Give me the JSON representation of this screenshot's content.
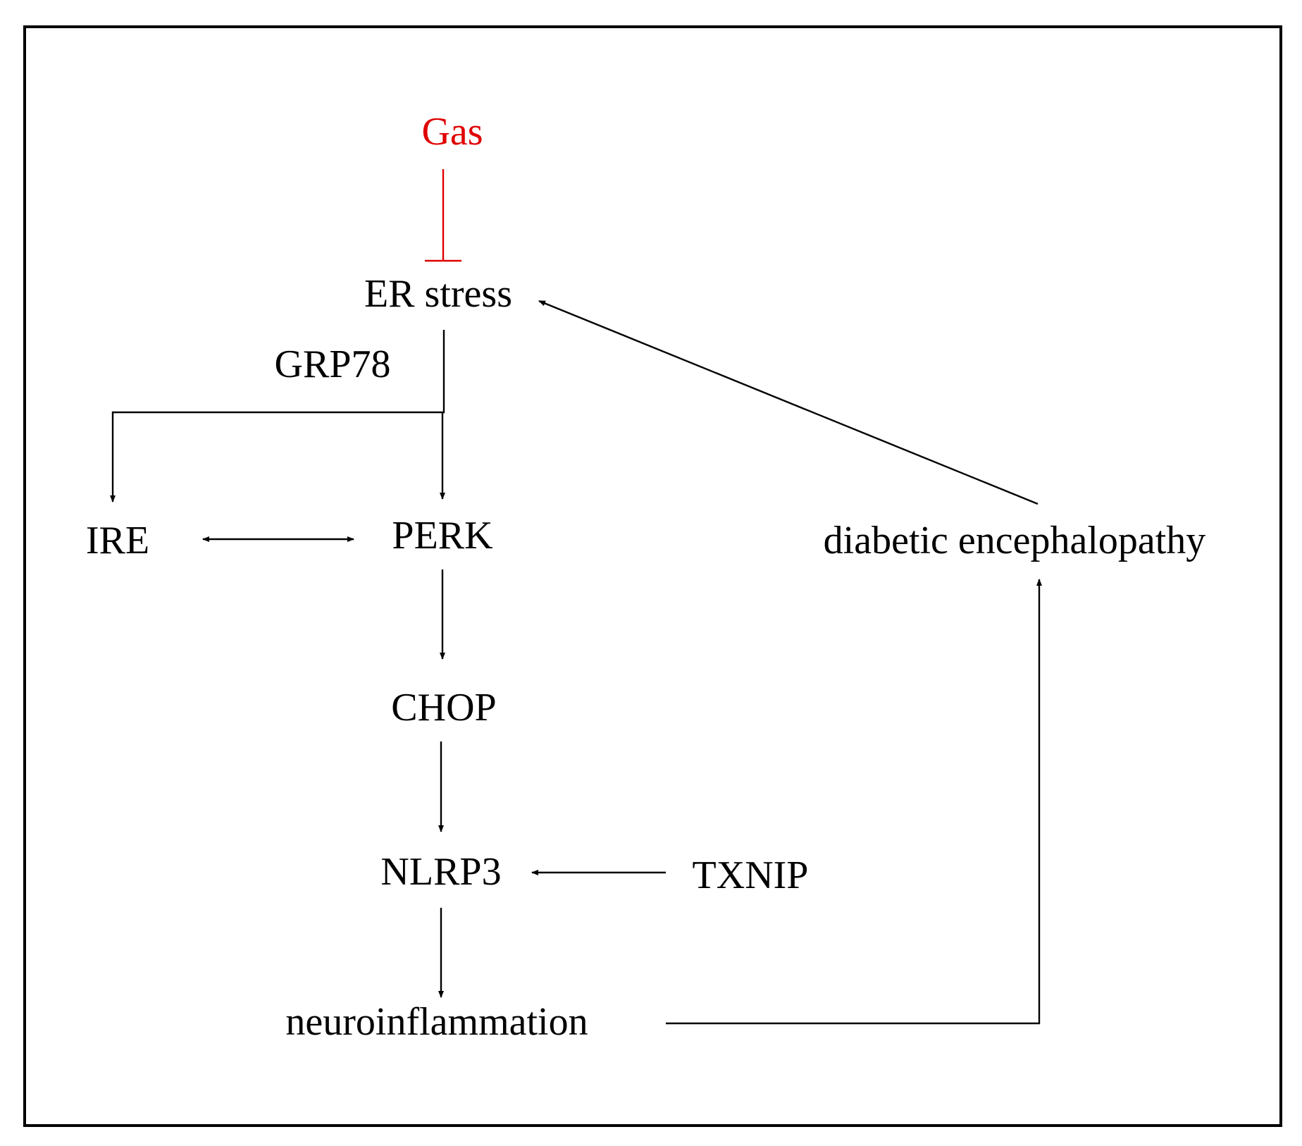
{
  "diagram": {
    "nodes": {
      "gas": "Gas",
      "er_stress": "ER stress",
      "grp78": "GRP78",
      "ire": "IRE",
      "perk": "PERK",
      "chop": "CHOP",
      "nlrp3": "NLRP3",
      "txnip": "TXNIP",
      "neuroinflammation": "neuroinflammation",
      "diabetic_encephalopathy": "diabetic encephalopathy"
    },
    "colors": {
      "inhibitor": "#e00000",
      "default": "#000000"
    },
    "edges": [
      {
        "from": "Gas",
        "to": "ER stress",
        "type": "inhibition"
      },
      {
        "from": "ER stress",
        "to": "IRE",
        "type": "activation",
        "via": "GRP78"
      },
      {
        "from": "ER stress",
        "to": "PERK",
        "type": "activation",
        "via": "GRP78"
      },
      {
        "from": "IRE",
        "to": "PERK",
        "type": "bidirectional"
      },
      {
        "from": "PERK",
        "to": "CHOP",
        "type": "activation"
      },
      {
        "from": "CHOP",
        "to": "NLRP3",
        "type": "activation"
      },
      {
        "from": "TXNIP",
        "to": "NLRP3",
        "type": "activation"
      },
      {
        "from": "NLRP3",
        "to": "neuroinflammation",
        "type": "activation"
      },
      {
        "from": "neuroinflammation",
        "to": "diabetic encephalopathy",
        "type": "activation"
      },
      {
        "from": "diabetic encephalopathy",
        "to": "ER stress",
        "type": "activation"
      }
    ]
  }
}
